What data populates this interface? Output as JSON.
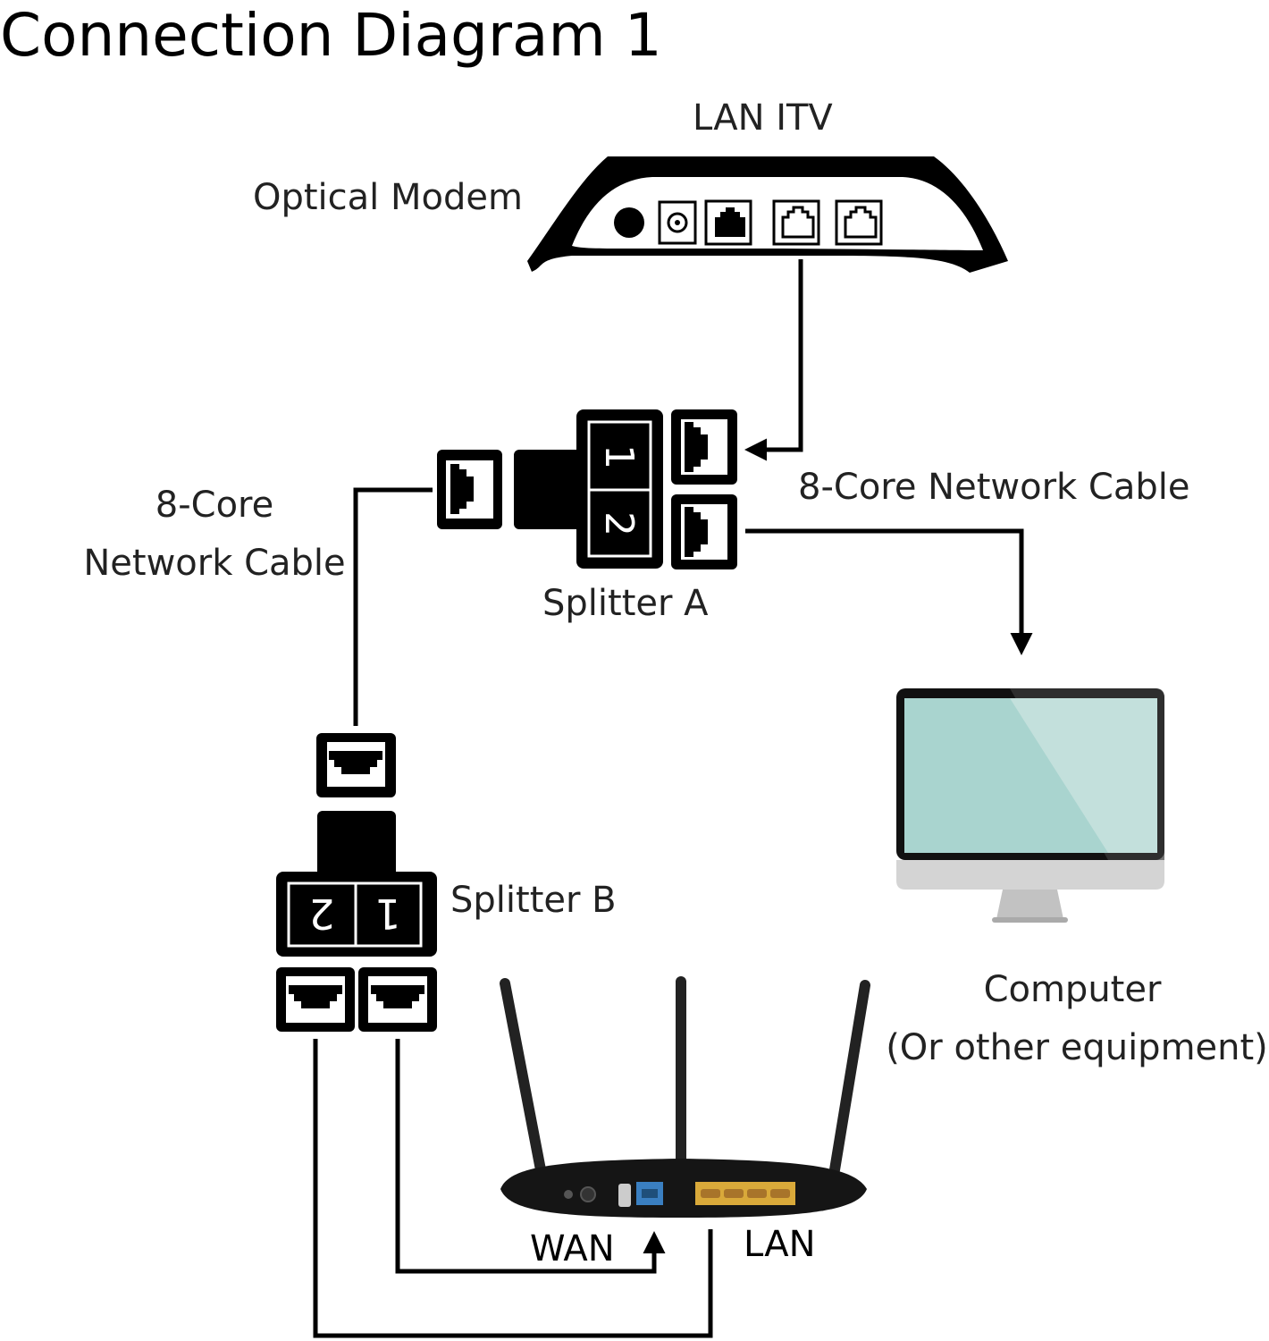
{
  "title": "Connection Diagram 1",
  "modem": {
    "top_label": "LAN ITV",
    "side_label": "Optical Modem"
  },
  "splitter_a": {
    "label": "Splitter A",
    "port_numbers": [
      "1",
      "2"
    ]
  },
  "splitter_b": {
    "label": "Splitter B",
    "port_numbers": [
      "2",
      "1"
    ]
  },
  "cable_left": {
    "line1": "8-Core",
    "line2": "Network Cable"
  },
  "cable_right": {
    "label": "8-Core Network Cable"
  },
  "computer": {
    "line1": "Computer",
    "line2": "(Or other equipment)"
  },
  "router": {
    "wan_label": "WAN",
    "lan_label": "LAN"
  },
  "colors": {
    "line": "#000000",
    "screen": "#a9d4cf",
    "wan_port": "#3a7fc1",
    "lan_ports": "#d9a93a"
  }
}
